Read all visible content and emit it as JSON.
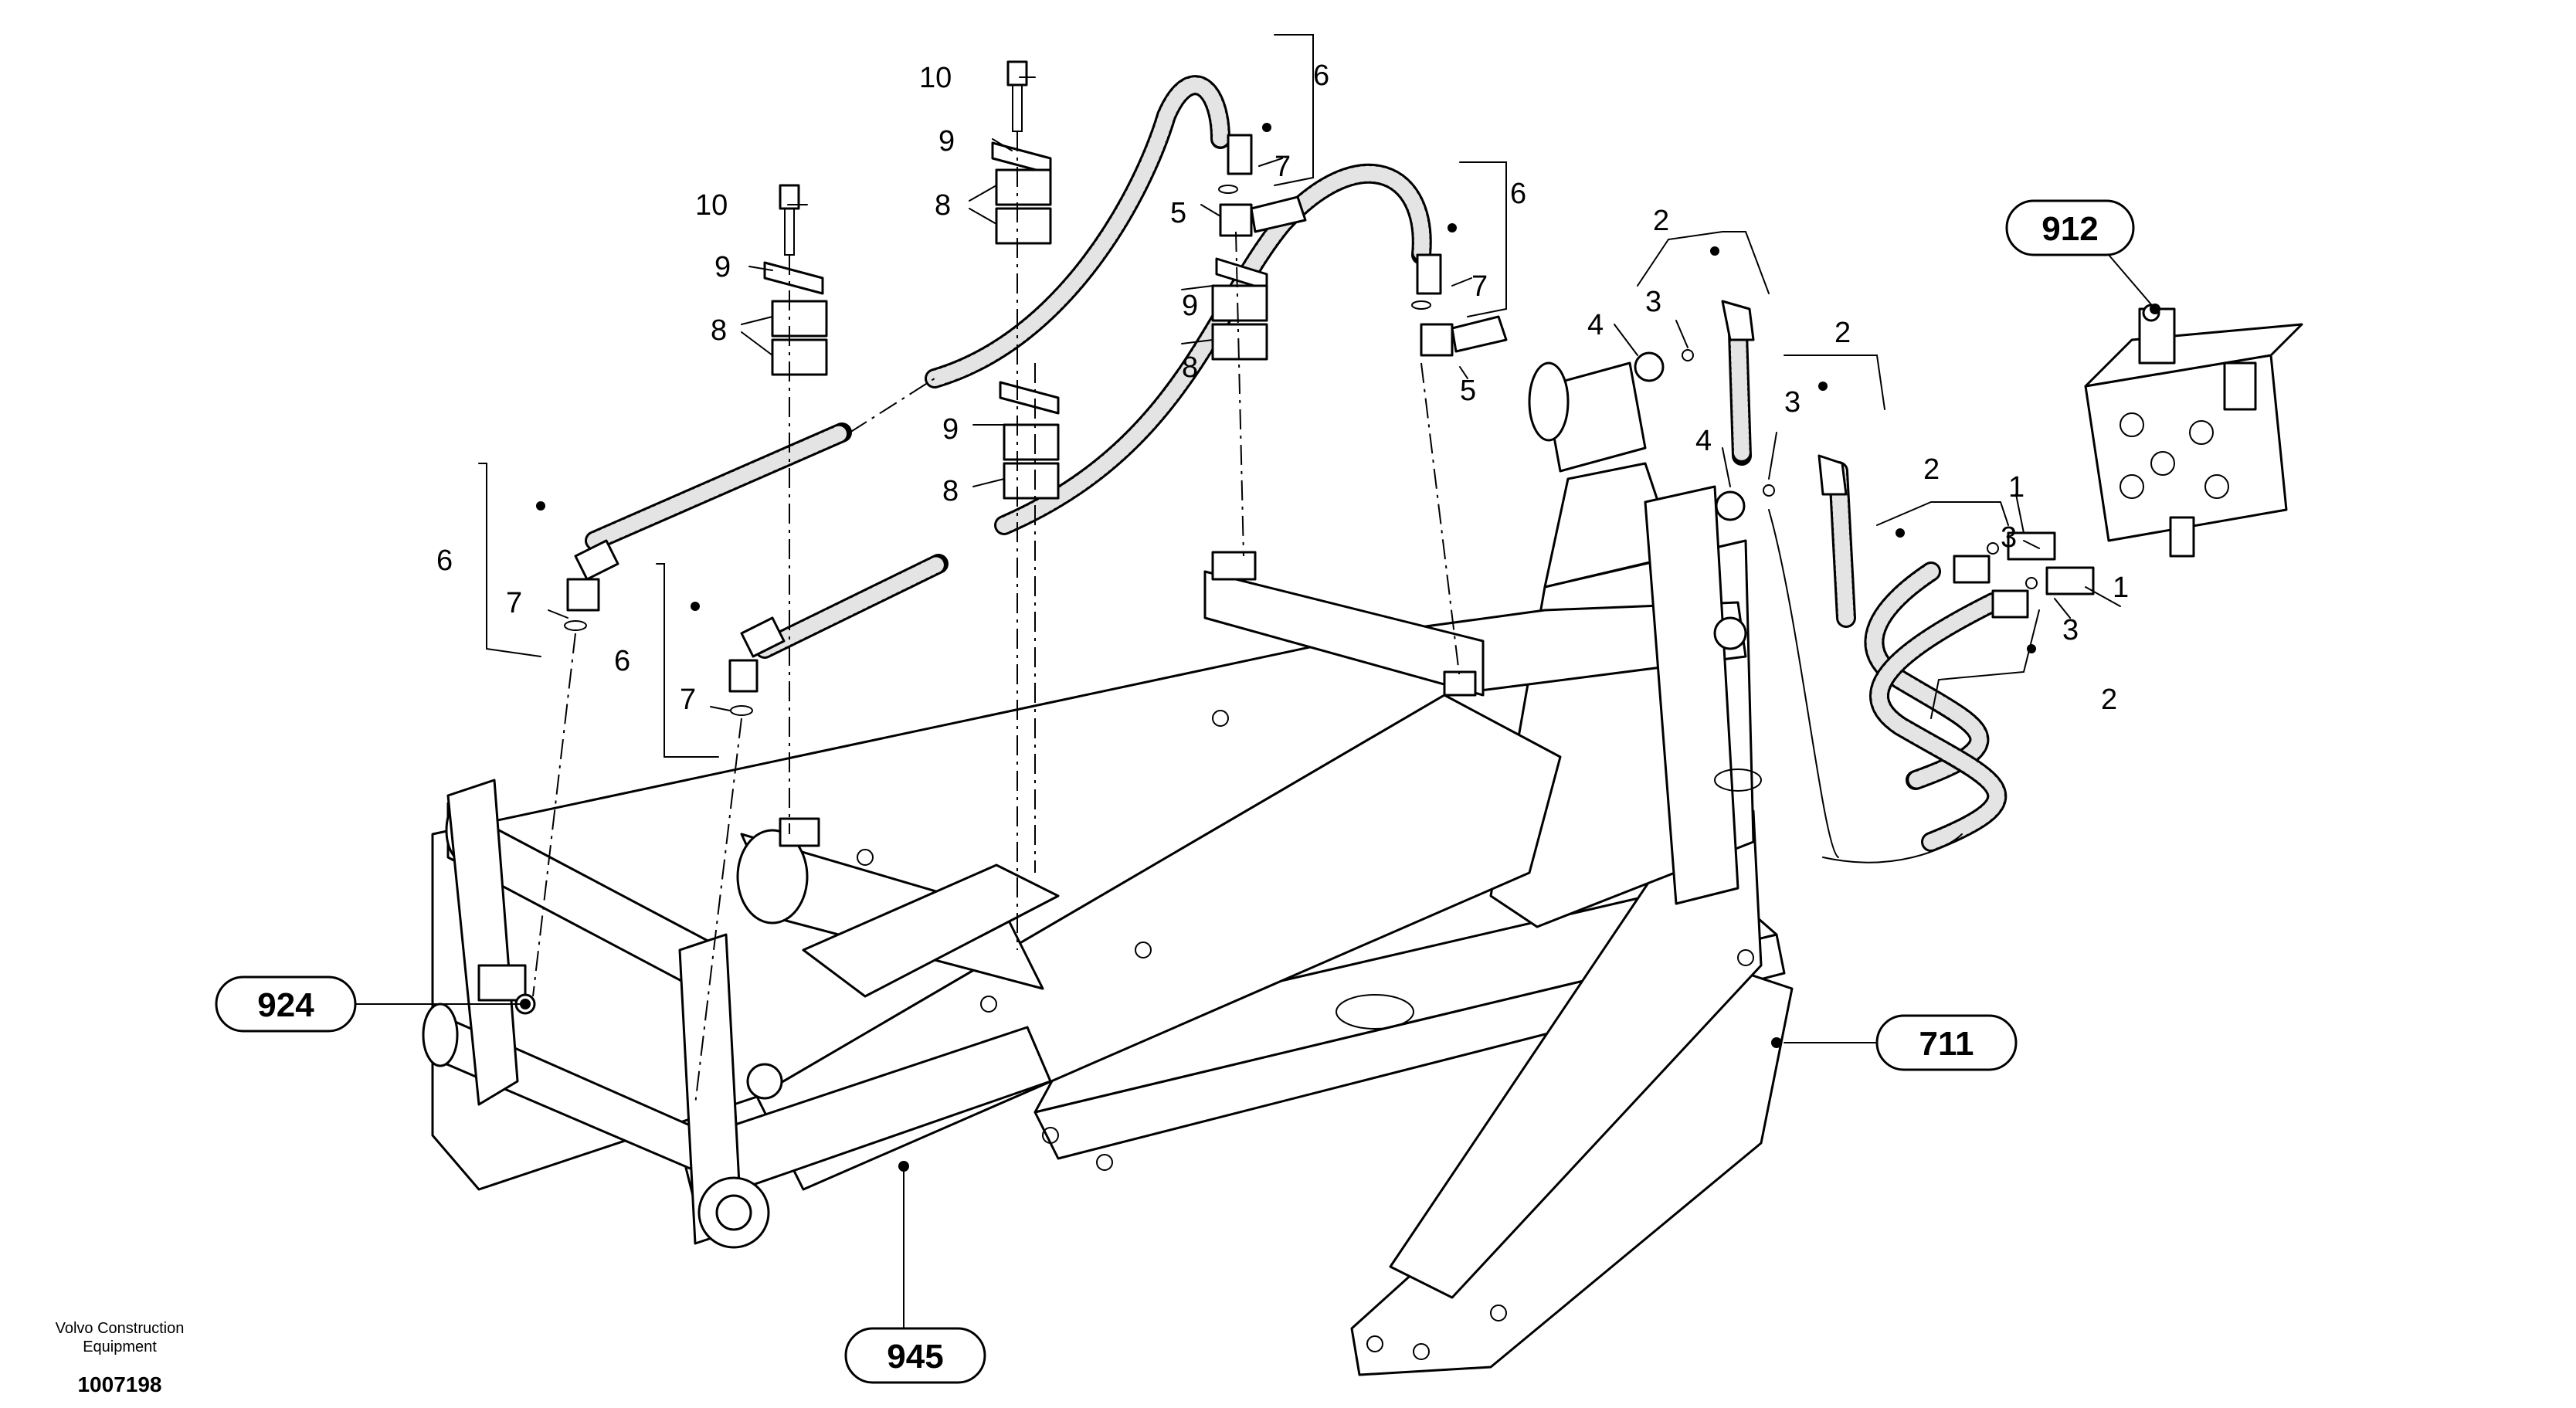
{
  "diagram": {
    "reference_labels": {
      "r912": "912",
      "r924": "924",
      "r711": "711",
      "r945": "945"
    },
    "part_numbers": {
      "p1": "1",
      "p2": "2",
      "p3": "3",
      "p4": "4",
      "p5": "5",
      "p6": "6",
      "p7": "7",
      "p8": "8",
      "p9": "9",
      "p10": "10"
    },
    "footer": {
      "brand_line1": "Volvo Construction",
      "brand_line2": "Equipment",
      "document_id": "1007198"
    }
  }
}
